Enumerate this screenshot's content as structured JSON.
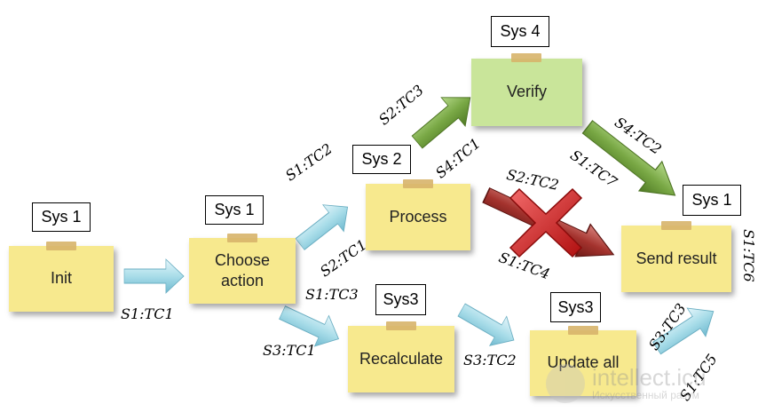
{
  "nodes": {
    "init": "Init",
    "choose": "Choose action",
    "process": "Process",
    "verify": "Verify",
    "send": "Send result",
    "recalc": "Recalculate",
    "update": "Update all"
  },
  "systems": {
    "init": "Sys 1",
    "choose": "Sys 1",
    "process": "Sys 2",
    "verify": "Sys 4",
    "send": "Sys 1",
    "recalc": "Sys3",
    "update": "Sys3"
  },
  "labels": {
    "init_choose": "S1:TC1",
    "choose_process_top": "S1:TC2",
    "choose_process_bottom": "S2:TC1",
    "choose_recalc_top": "S1:TC3",
    "choose_recalc_bottom": "S3:TC1",
    "process_verify_top": "S2:TC3",
    "process_verify_bottom": "S4:TC1",
    "verify_send_top": "S4:TC2",
    "verify_send_bottom": "S1:TC7",
    "process_send_top": "S2:TC2",
    "process_send_bottom": "S1:TC4",
    "recalc_update": "S3:TC2",
    "update_send_top": "S3:TC3",
    "update_send_bottom": "S1:TC5",
    "send_side": "S1:TC6"
  },
  "colors": {
    "note_yellow": "#f7e98e",
    "note_green": "#c9e59a",
    "arrow_blue": "#a9dde9",
    "arrow_green": "#79a845",
    "arrow_red": "#a4332e",
    "cross_red": "#d41c1c"
  },
  "watermark": {
    "text": "intellect.icu",
    "sub": "Искусственный разум"
  }
}
